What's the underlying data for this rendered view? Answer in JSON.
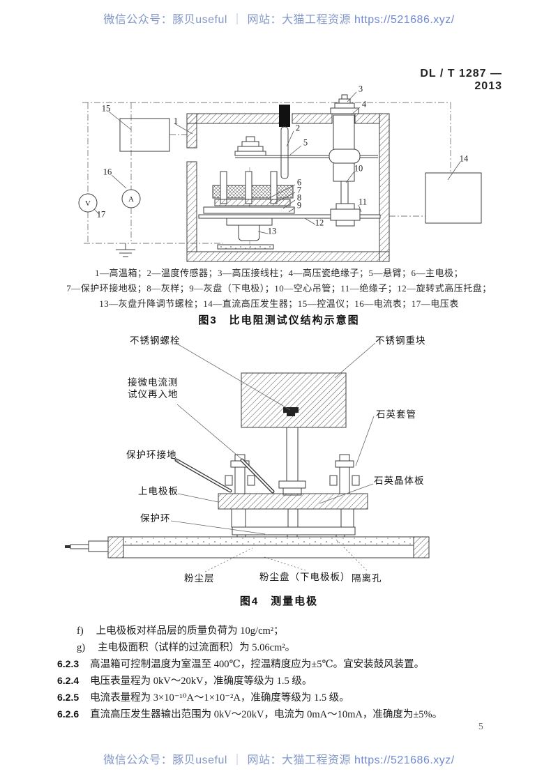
{
  "watermark": {
    "wechat": "微信公众号：豚贝useful",
    "separator": "｜",
    "site": "网站：大猫工程资源",
    "url": "https://521686.xyz/"
  },
  "header": {
    "doc_number": "DL / T 1287 — 2013"
  },
  "figure3": {
    "meter_v": "V",
    "meter_a": "A",
    "callouts": [
      "1",
      "2",
      "3",
      "4",
      "5",
      "6",
      "7",
      "8",
      "9",
      "10",
      "11",
      "12",
      "13",
      "14",
      "15",
      "16",
      "17"
    ],
    "legend_lines": [
      "1—高温箱；2—温度传感器；3—高压接线柱；4—高压瓷绝缘子；5—悬臂；6—主电极；",
      "7—保护环接地极；8—灰样；9—灰盘（下电极）；10—空心吊管；11—绝缘子；12—旋转式高压托盘；",
      "13—灰盘升降调节螺栓；14—直流高压发生器；15—控温仪；16—电流表；17—电压表"
    ],
    "caption": "图3　比电阻测试仪结构示意图"
  },
  "figure4": {
    "labels": {
      "stainless_bolt": "不锈钢螺栓",
      "stainless_weight": "不锈钢重块",
      "micro_current_line1": "接微电流测",
      "micro_current_line2": "试仪再入地",
      "quartz_sleeve": "石英套管",
      "guard_ring_ground": "保护环接地",
      "quartz_crystal_plate": "石英晶体板",
      "upper_electrode_plate": "上电极板",
      "guard_ring": "保护环",
      "dust_layer": "粉尘层",
      "dust_tray": "粉尘盘（下电极板）",
      "isolation_hole": "隔离孔"
    },
    "caption": "图4　测量电极"
  },
  "body": {
    "items": [
      {
        "tag": "f)",
        "text": "上电极板对样品层的质量负荷为 10g/cm²；"
      },
      {
        "tag": "g)",
        "text": "主电极面积（试样的过流面积）为 5.06cm²。"
      }
    ],
    "sections": [
      {
        "num": "6.2.3",
        "text": "高温箱可控制温度为室温至 400℃，控温精度应为±5℃。宜安装鼓风装置。"
      },
      {
        "num": "6.2.4",
        "text": "电压表量程为 0kV～20kV，准确度等级为 1.5 级。"
      },
      {
        "num": "6.2.5",
        "text": "电流表量程为 3×10⁻¹⁰A～1×10⁻²A，准确度等级为 1.5 级。"
      },
      {
        "num": "6.2.6",
        "text": "直流高压发生器输出范围为 0kV～20kV，电流为 0mA～10mA，准确度为±5%。"
      }
    ]
  },
  "page_number": "5"
}
